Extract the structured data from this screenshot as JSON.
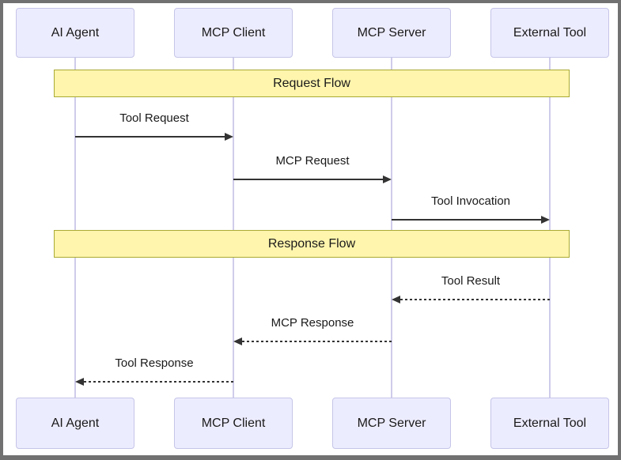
{
  "diagram": {
    "type": "sequence-diagram",
    "actors": [
      {
        "id": "ai-agent",
        "label": "AI Agent"
      },
      {
        "id": "mcp-client",
        "label": "MCP Client"
      },
      {
        "id": "mcp-server",
        "label": "MCP Server"
      },
      {
        "id": "external-tool",
        "label": "External Tool"
      }
    ],
    "notes": [
      {
        "label": "Request Flow"
      },
      {
        "label": "Response Flow"
      }
    ],
    "messages": [
      {
        "label": "Tool Request",
        "from": "AI Agent",
        "to": "MCP Client",
        "line_style": "solid",
        "direction": "right"
      },
      {
        "label": "MCP Request",
        "from": "MCP Client",
        "to": "MCP Server",
        "line_style": "solid",
        "direction": "right"
      },
      {
        "label": "Tool Invocation",
        "from": "MCP Server",
        "to": "External Tool",
        "line_style": "solid",
        "direction": "right"
      },
      {
        "label": "Tool Result",
        "from": "External Tool",
        "to": "MCP Server",
        "line_style": "dotted",
        "direction": "left"
      },
      {
        "label": "MCP Response",
        "from": "MCP Server",
        "to": "MCP Client",
        "line_style": "dotted",
        "direction": "left"
      },
      {
        "label": "Tool Response",
        "from": "MCP Client",
        "to": "AI Agent",
        "line_style": "dotted",
        "direction": "left"
      }
    ],
    "colors": {
      "background": "#FFFFFF",
      "frame_border": "#717171",
      "actor_fill": "#ECECFF",
      "actor_border": "#C5C5E8",
      "note_fill": "#FFF5AD",
      "note_border": "#AAAA33",
      "lifeline": "#CFCCEA",
      "arrow": "#333333",
      "text": "#1A1A1A"
    }
  }
}
